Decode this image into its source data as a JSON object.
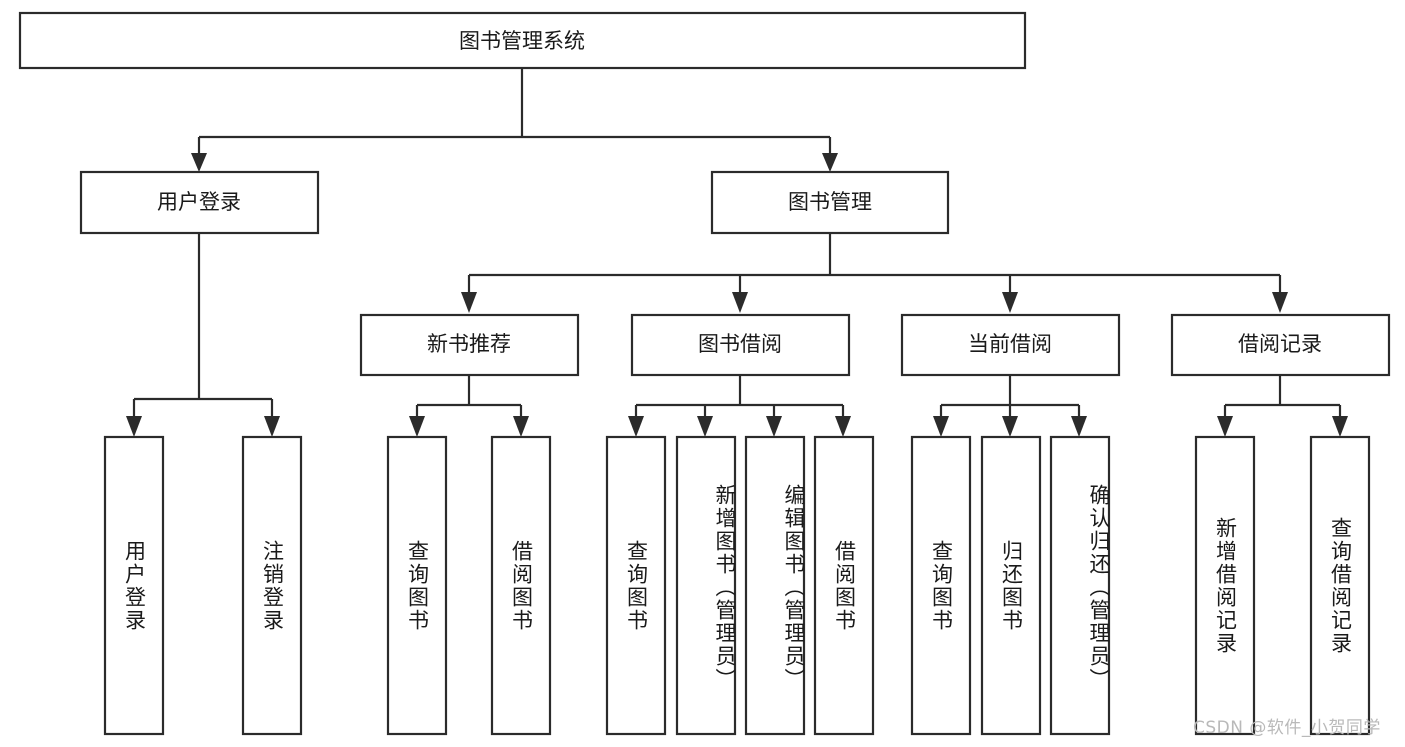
{
  "diagram": {
    "type": "tree",
    "title": "图书管理系统",
    "watermark": "CSDN @软件_小贺同学",
    "colors": {
      "box_fill": "#ffffff",
      "box_stroke": "#2b2b2b",
      "text": "#1a1a1a",
      "watermark": "#b9b9b9",
      "background": "#ffffff"
    },
    "root": {
      "id": "root",
      "label": "图书管理系统"
    },
    "level1": [
      {
        "id": "user-login",
        "label": "用户登录"
      },
      {
        "id": "book-management",
        "label": "图书管理"
      }
    ],
    "level2": [
      {
        "id": "new-book-recommend",
        "label": "新书推荐",
        "parent": "book-management"
      },
      {
        "id": "book-borrow",
        "label": "图书借阅",
        "parent": "book-management"
      },
      {
        "id": "current-borrow",
        "label": "当前借阅",
        "parent": "book-management"
      },
      {
        "id": "borrow-record",
        "label": "借阅记录",
        "parent": "book-management"
      }
    ],
    "leaves": [
      {
        "id": "leaf-user-login",
        "label": "用户登录",
        "parent": "user-login"
      },
      {
        "id": "leaf-user-logout",
        "label": "注销登录",
        "parent": "user-login"
      },
      {
        "id": "leaf-query-book-1",
        "label": "查询图书",
        "parent": "new-book-recommend"
      },
      {
        "id": "leaf-borrow-book-1",
        "label": "借阅图书",
        "parent": "new-book-recommend"
      },
      {
        "id": "leaf-query-book-2",
        "label": "查询图书",
        "parent": "book-borrow"
      },
      {
        "id": "leaf-add-book",
        "label": "新增图书（管理员）",
        "parent": "book-borrow"
      },
      {
        "id": "leaf-edit-book",
        "label": "编辑图书（管理员）",
        "parent": "book-borrow"
      },
      {
        "id": "leaf-borrow-book-2",
        "label": "借阅图书",
        "parent": "book-borrow"
      },
      {
        "id": "leaf-query-book-3",
        "label": "查询图书",
        "parent": "current-borrow"
      },
      {
        "id": "leaf-return-book",
        "label": "归还图书",
        "parent": "current-borrow"
      },
      {
        "id": "leaf-confirm-return",
        "label": "确认归还（管理员）",
        "parent": "current-borrow"
      },
      {
        "id": "leaf-add-record",
        "label": "新增借阅记录",
        "parent": "borrow-record"
      },
      {
        "id": "leaf-query-record",
        "label": "查询借阅记录",
        "parent": "borrow-record"
      }
    ]
  }
}
